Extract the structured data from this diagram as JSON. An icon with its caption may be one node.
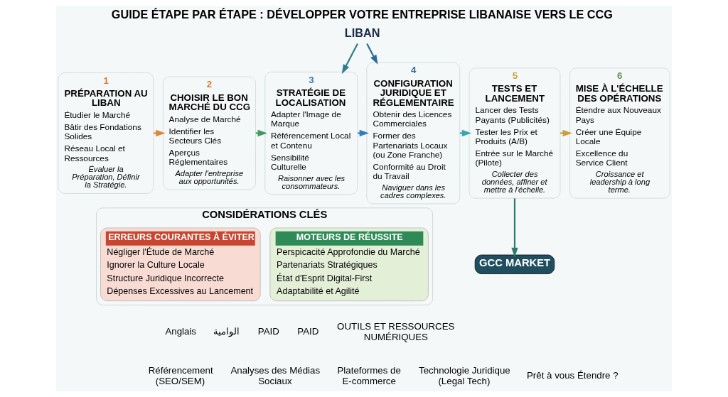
{
  "diagram": {
    "title": "GUIDE ÉTAPE PAR ÉTAPE : DÉVELOPPER VOTRE ENTREPRISE LIBANAISE VERS LE CCG",
    "nodes": [
      {
        "text": [
          "LIBAN"
        ]
      },
      {
        "text": [
          "1",
          "PRÉPARATION AU LIBAN",
          "Étudier le Marché",
          "Bâtir des Fondations Solides",
          "Réseau Local et Ressources",
          "Évaluer la Préparation, Définir la Stratégie."
        ]
      },
      {
        "text": [
          "2",
          "CHOISIR LE BON MARCHÉ DU CCG",
          "Analyse de Marché",
          "Identifier les Secteurs Clés",
          "Aperçus Réglementaires",
          "Adapter l'entreprise aux opportunités."
        ]
      },
      {
        "text": [
          "3",
          "STRATÉGIE DE LOCALISATION",
          "Adapter l'Image de Marque",
          "Référencement Local et Contenu",
          "Sensibilité Culturelle",
          "Raisonner avec les consommateurs."
        ]
      },
      {
        "text": [
          "4",
          "CONFIGURATION JURIDIQUE ET RÉGLEMENTAIRE",
          "Obtenir des Licences Commerciales",
          "Former des Partenariats Locaux (ou Zone Franche)",
          "Conformité au Droit du Travail",
          "Naviguer dans les cadres complexes."
        ]
      },
      {
        "text": [
          "5",
          "TESTS ET LANCEMENT",
          "Lancer des Tests Payants (Publicités)",
          "Tester les Prix et Produits (A/B)",
          "Entrée sur le Marché (Pilote)",
          "Collecter des données, affiner et mettre à l'échelle."
        ]
      },
      {
        "text": [
          "6",
          "MISE À L'ÉCHELLE DES OPÉRATIONS",
          "Étendre aux Nouveaux Pays",
          "Créer une Équipe Locale",
          "Excellence du Service Client",
          "Croissance et leadership à long terme."
        ]
      },
      {
        "text": [
          "GCC MARKET"
        ]
      },
      {
        "text": [
          "CONSIDÉRATIONS CLÉS"
        ]
      },
      {
        "text": [
          "ERREURS COURANTES À ÉVITER",
          "Négliger l'Étude de Marché",
          "Ignorer la Culture Locale",
          "Structure Juridique Incorrecte",
          "Dépenses Excessives au Lancement"
        ],
        "in": 8
      },
      {
        "text": [
          "MOTEURS DE RÉUSSITE",
          "Perspicacité Approfondie du Marché",
          "Partenariats Stratégiques",
          "État d'Esprit Digital-First",
          "Adaptabilité et Agilité"
        ],
        "in": 8
      }
    ],
    "edges": [
      {
        "from": 0,
        "to": 3,
        "arrow": "to",
        "color": "#2e7d8c"
      },
      {
        "from": 0,
        "to": 4,
        "arrow": "to",
        "color": "#2e6a9c"
      },
      {
        "from": 1,
        "to": 2,
        "arrow": "to",
        "color": "#d98a3a"
      },
      {
        "from": 2,
        "to": 3,
        "arrow": "to",
        "color": "#3f9a5e"
      },
      {
        "from": 3,
        "to": 4,
        "arrow": "to",
        "color": "#2f7fb8"
      },
      {
        "from": 4,
        "to": 5,
        "arrow": "to",
        "color": "#3aa5b0"
      },
      {
        "from": 5,
        "to": 6,
        "arrow": "to",
        "color": "#c9a23e"
      },
      {
        "from": 5,
        "to": 7,
        "arrow": "to",
        "color": "#2e7d6c"
      }
    ],
    "labels": [
      "Anglais",
      "الوامية",
      "PAID",
      "PAID",
      "OUTILS ET RESSOURCES NUMÉRIQUES",
      "Référencement (SEO/SEM)",
      "Analyses des Médias Sociaux",
      "Plateformes de E-commerce",
      "Technologie Juridique (Legal Tech)",
      "Prêt à vous Étendre ?"
    ]
  }
}
